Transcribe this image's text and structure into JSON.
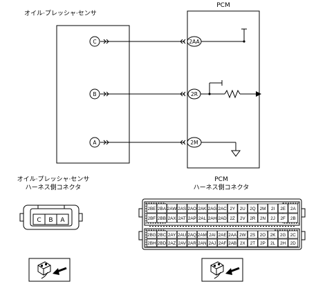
{
  "sensor": {
    "title": "オイル·プレッシャ·センサ",
    "pins": [
      "C",
      "B",
      "A"
    ]
  },
  "pcm": {
    "title": "PCM",
    "terminals": [
      "2AA",
      "2R",
      "2M"
    ]
  },
  "sensor_connector": {
    "title_line1": "オイル·プレッシャ·センサ",
    "title_line2": "ハーネス側コネクタ",
    "cells": [
      "C",
      "B",
      "A"
    ]
  },
  "pcm_connector": {
    "title_line1": "PCM",
    "title_line2": "ハーネス側コネクタ",
    "rows": [
      [
        "2BE",
        "2BA",
        "2AW",
        "2AS",
        "2AO",
        "2AK",
        "2AG",
        "2AC",
        "2Y",
        "2U",
        "2Q",
        "2M",
        "2I",
        "2E",
        "2A"
      ],
      [
        "2BF",
        "2BB",
        "2AX",
        "2AT",
        "2AP",
        "2AL",
        "2AH",
        "2AD",
        "2Z",
        "2V",
        "2R",
        "2N",
        "2J",
        "2F",
        "2B"
      ],
      [
        "2BG",
        "2BC",
        "2AY",
        "2AU",
        "2AQ",
        "2AM",
        "2AI",
        "2AE",
        "2AA",
        "2W",
        "2S",
        "2O",
        "2K",
        "2G",
        "2C"
      ],
      [
        "2BH",
        "2BD",
        "2AZ",
        "2AV",
        "2AR",
        "2AN",
        "2AJ",
        "2AF",
        "2AB",
        "2X",
        "2T",
        "2P",
        "2L",
        "2H",
        "2D"
      ]
    ]
  }
}
